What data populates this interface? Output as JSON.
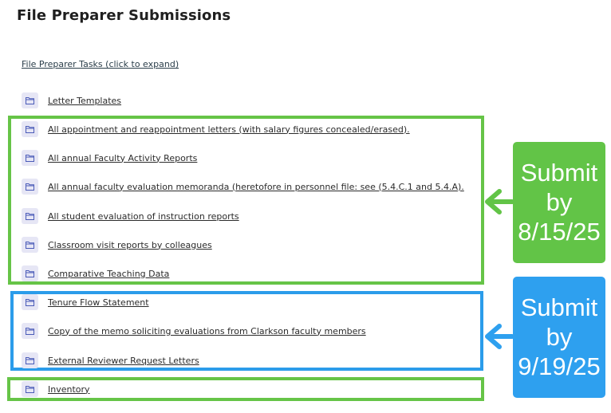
{
  "page": {
    "title": "File Preparer Submissions",
    "tasks_link": "File Preparer Tasks (click to expand)"
  },
  "items": [
    {
      "label": "Letter Templates"
    },
    {
      "label": "All appointment and reappointment letters (with salary figures concealed/erased)."
    },
    {
      "label": "All annual Faculty Activity Reports"
    },
    {
      "label": "All annual faculty evaluation memoranda (heretofore in personnel file: see (5.4.C.1 and 5.4.A)."
    },
    {
      "label": "All student evaluation of instruction reports"
    },
    {
      "label": "Classroom visit reports by colleagues"
    },
    {
      "label": "Comparative Teaching Data"
    },
    {
      "label": "Tenure Flow Statement"
    },
    {
      "label": "Copy of the memo soliciting evaluations from Clarkson faculty members"
    },
    {
      "label": "External Reviewer Request Letters"
    },
    {
      "label": "Inventory"
    }
  ],
  "annotations": {
    "green": {
      "line1": "Submit",
      "line2": "by",
      "line3": "8/15/25",
      "color": "#62c447"
    },
    "blue": {
      "line1": "Submit",
      "line2": "by",
      "line3": "9/19/25",
      "color": "#2ea0ef"
    }
  },
  "icons": {
    "item_icon": "folder-icon"
  }
}
